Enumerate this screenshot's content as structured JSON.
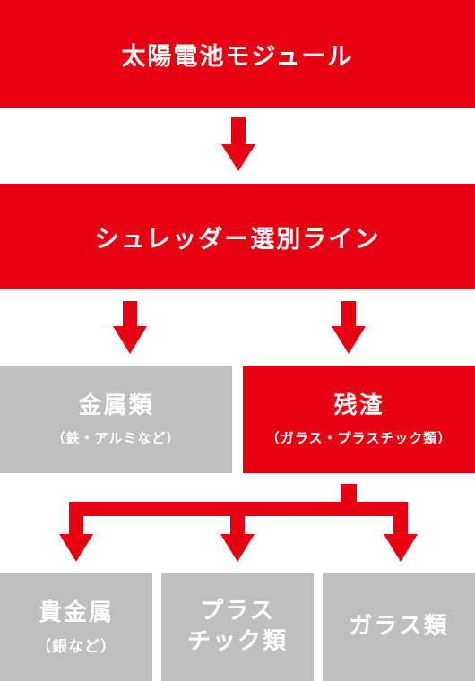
{
  "colors": {
    "accent": "#e60012",
    "neutral": "#bfbfbf",
    "text": "#ffffff"
  },
  "step1": {
    "label": "太陽電池モジュール"
  },
  "step2": {
    "label": "シュレッダー選別ライン"
  },
  "metal": {
    "label": "金属類",
    "sub": "（鉄・アルミなど）"
  },
  "residue": {
    "label": "残渣",
    "sub": "（ガラス・プラスチック類）"
  },
  "precious": {
    "label": "貴金属",
    "sub": "（銀など）"
  },
  "plastic": {
    "line1": "プラス",
    "line2": "チック類"
  },
  "glass": {
    "label": "ガラス類"
  }
}
